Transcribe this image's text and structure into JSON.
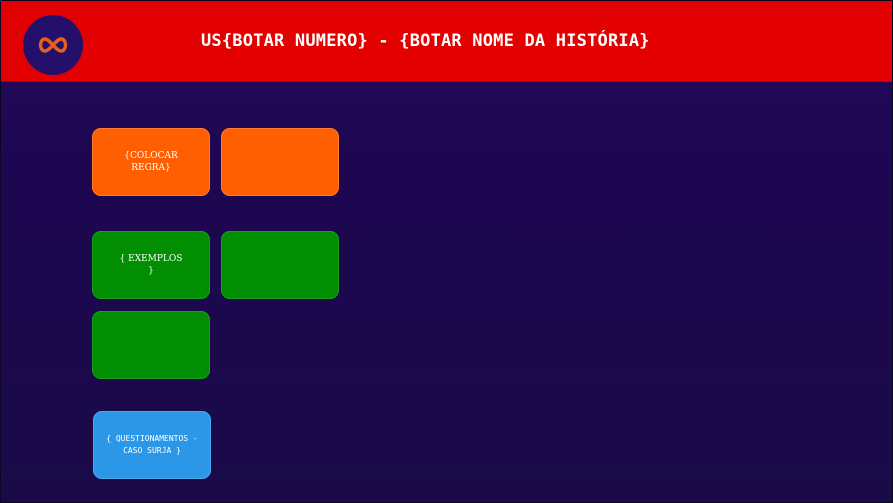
{
  "header": {
    "title": "US{BOTAR NUMERO} - {BOTAR NOME DA HISTÓRIA}",
    "logo_icon": "infinity-icon",
    "background_color": "#e30000"
  },
  "cards": {
    "rule": {
      "label": "{COLOCAR\nREGRA}",
      "color": "#ff5f00"
    },
    "rule_secondary": {
      "label": "",
      "color": "#ff5f00"
    },
    "example": {
      "label": "{ EXEMPLOS\n}",
      "color": "#028e02"
    },
    "example_secondary": {
      "label": "",
      "color": "#028e02"
    },
    "example_tertiary": {
      "label": "",
      "color": "#028e02"
    },
    "question": {
      "label": "{ QUESTIONAMENTOS -\nCASO SURJA }",
      "color": "#2b97e6"
    }
  },
  "background_color": "#1d0750"
}
